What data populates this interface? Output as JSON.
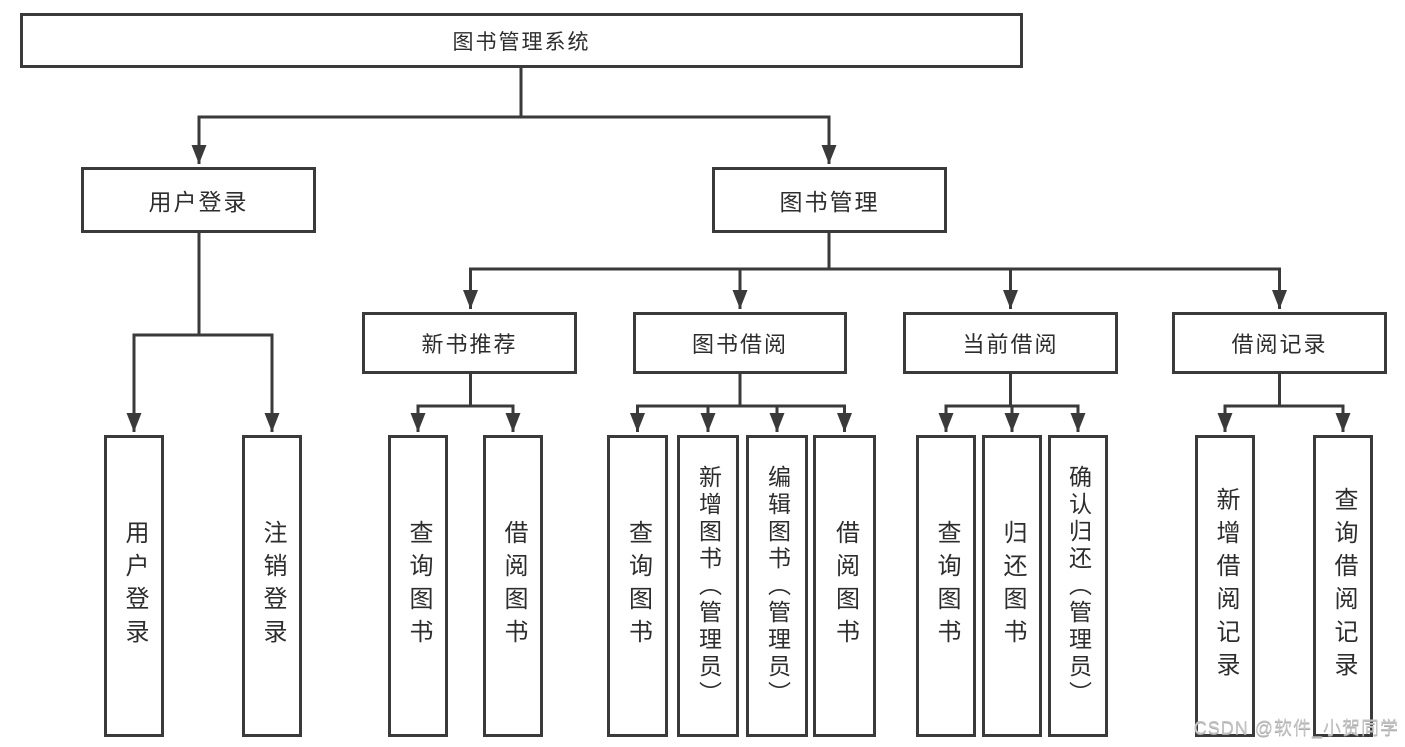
{
  "diagram": {
    "root": {
      "label": "图书管理系统"
    },
    "level2": [
      {
        "id": "user-login",
        "label": "用户登录"
      },
      {
        "id": "book-management",
        "label": "图书管理"
      }
    ],
    "level3": [
      {
        "id": "new-book-recommend",
        "label": "新书推荐"
      },
      {
        "id": "book-borrow",
        "label": "图书借阅"
      },
      {
        "id": "current-borrow",
        "label": "当前借阅"
      },
      {
        "id": "borrow-record",
        "label": "借阅记录"
      }
    ],
    "leaves": [
      {
        "parent": "user-login",
        "label": "用户登录"
      },
      {
        "parent": "user-login",
        "label": "注销登录"
      },
      {
        "parent": "new-book-recommend",
        "label": "查询图书"
      },
      {
        "parent": "new-book-recommend",
        "label": "借阅图书"
      },
      {
        "parent": "book-borrow",
        "label": "查询图书"
      },
      {
        "parent": "book-borrow",
        "label": "新增图书（管理员）"
      },
      {
        "parent": "book-borrow",
        "label": "编辑图书（管理员）"
      },
      {
        "parent": "book-borrow",
        "label": "借阅图书"
      },
      {
        "parent": "current-borrow",
        "label": "查询图书"
      },
      {
        "parent": "current-borrow",
        "label": "归还图书"
      },
      {
        "parent": "current-borrow",
        "label": "确认归还（管理员）"
      },
      {
        "parent": "borrow-record",
        "label": "新增借阅记录"
      },
      {
        "parent": "borrow-record",
        "label": "查询借阅记录"
      }
    ],
    "line_color": "#3a3a3a",
    "watermark": "CSDN @软件_小贺同学"
  }
}
